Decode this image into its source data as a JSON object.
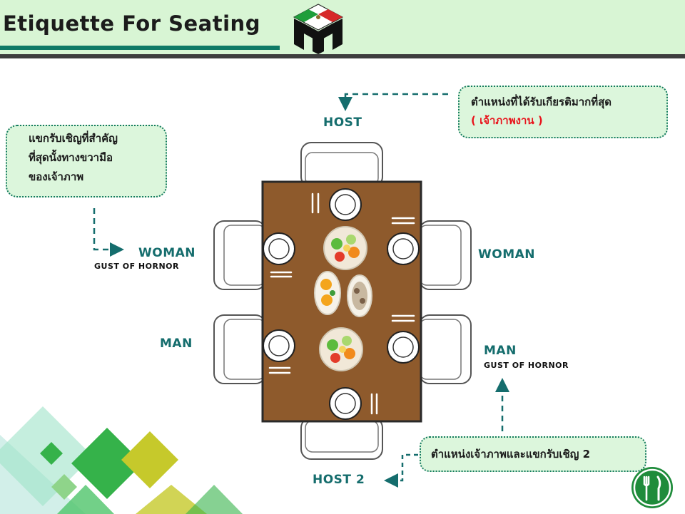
{
  "title": "Etiquette For Seating",
  "colors": {
    "accent_green": "#0f7a66",
    "label_teal": "#156d6d",
    "table_brown": "#8e5a2c",
    "callout_bg": "#dcf6dc",
    "highlight_red": "#e8141c"
  },
  "labels": {
    "host": "HOST",
    "host2": "HOST 2",
    "woman_left": "WOMAN",
    "woman_left_sub": "GUST OF HORNOR",
    "woman_right": "WOMAN",
    "man_left": "MAN",
    "man_right": "MAN",
    "man_right_sub": "GUST OF HORNOR"
  },
  "callouts": {
    "left": {
      "line1": "แขกรับเชิญที่สำคัญ",
      "line2": "ที่สุดนั้งทางขวามือ",
      "line3": "ของเจ้าภาพ"
    },
    "top": {
      "line1": "ตำแหน่งที่ได้รับเกียรติมากที่สุด",
      "line2": "( เจ้าภาพงาน )"
    },
    "bottom": {
      "text": "ตำแหน่งเจ้าภาพและแขกรับเชิญ 2"
    }
  },
  "icons": {
    "logo": "mexican-flag-logo-icon",
    "badge": "fork-knife-icon"
  }
}
